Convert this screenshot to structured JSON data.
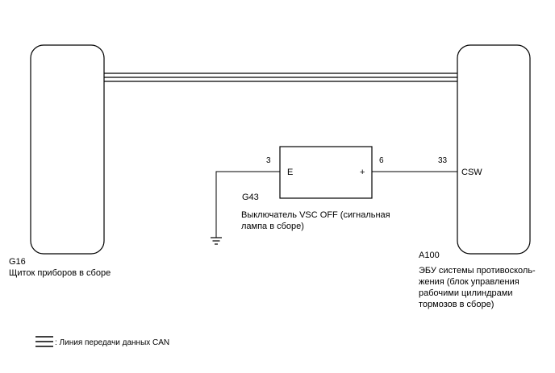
{
  "components": {
    "left_unit": {
      "code": "G16",
      "name": "Щиток приборов в сборе"
    },
    "right_unit": {
      "code": "A100",
      "name_lines": [
        "ЭБУ системы противосколь-",
        "жения (блок управления",
        "рабочими цилиндрами",
        "тормозов в сборе)"
      ],
      "pin_label": "CSW",
      "pin_number": "33"
    },
    "switch": {
      "code": "G43",
      "name_lines": [
        "Выключатель VSC OFF (сигнальная",
        "лампа в сборе)"
      ],
      "left_pin_label": "E",
      "right_pin_label": "+",
      "left_pin_number": "3",
      "right_pin_number": "6"
    }
  },
  "legend": {
    "can_line_label": ": Линия передачи данных CAN",
    "icon": "triple-line-icon"
  },
  "colors": {
    "line": "#000000",
    "background": "#ffffff"
  }
}
